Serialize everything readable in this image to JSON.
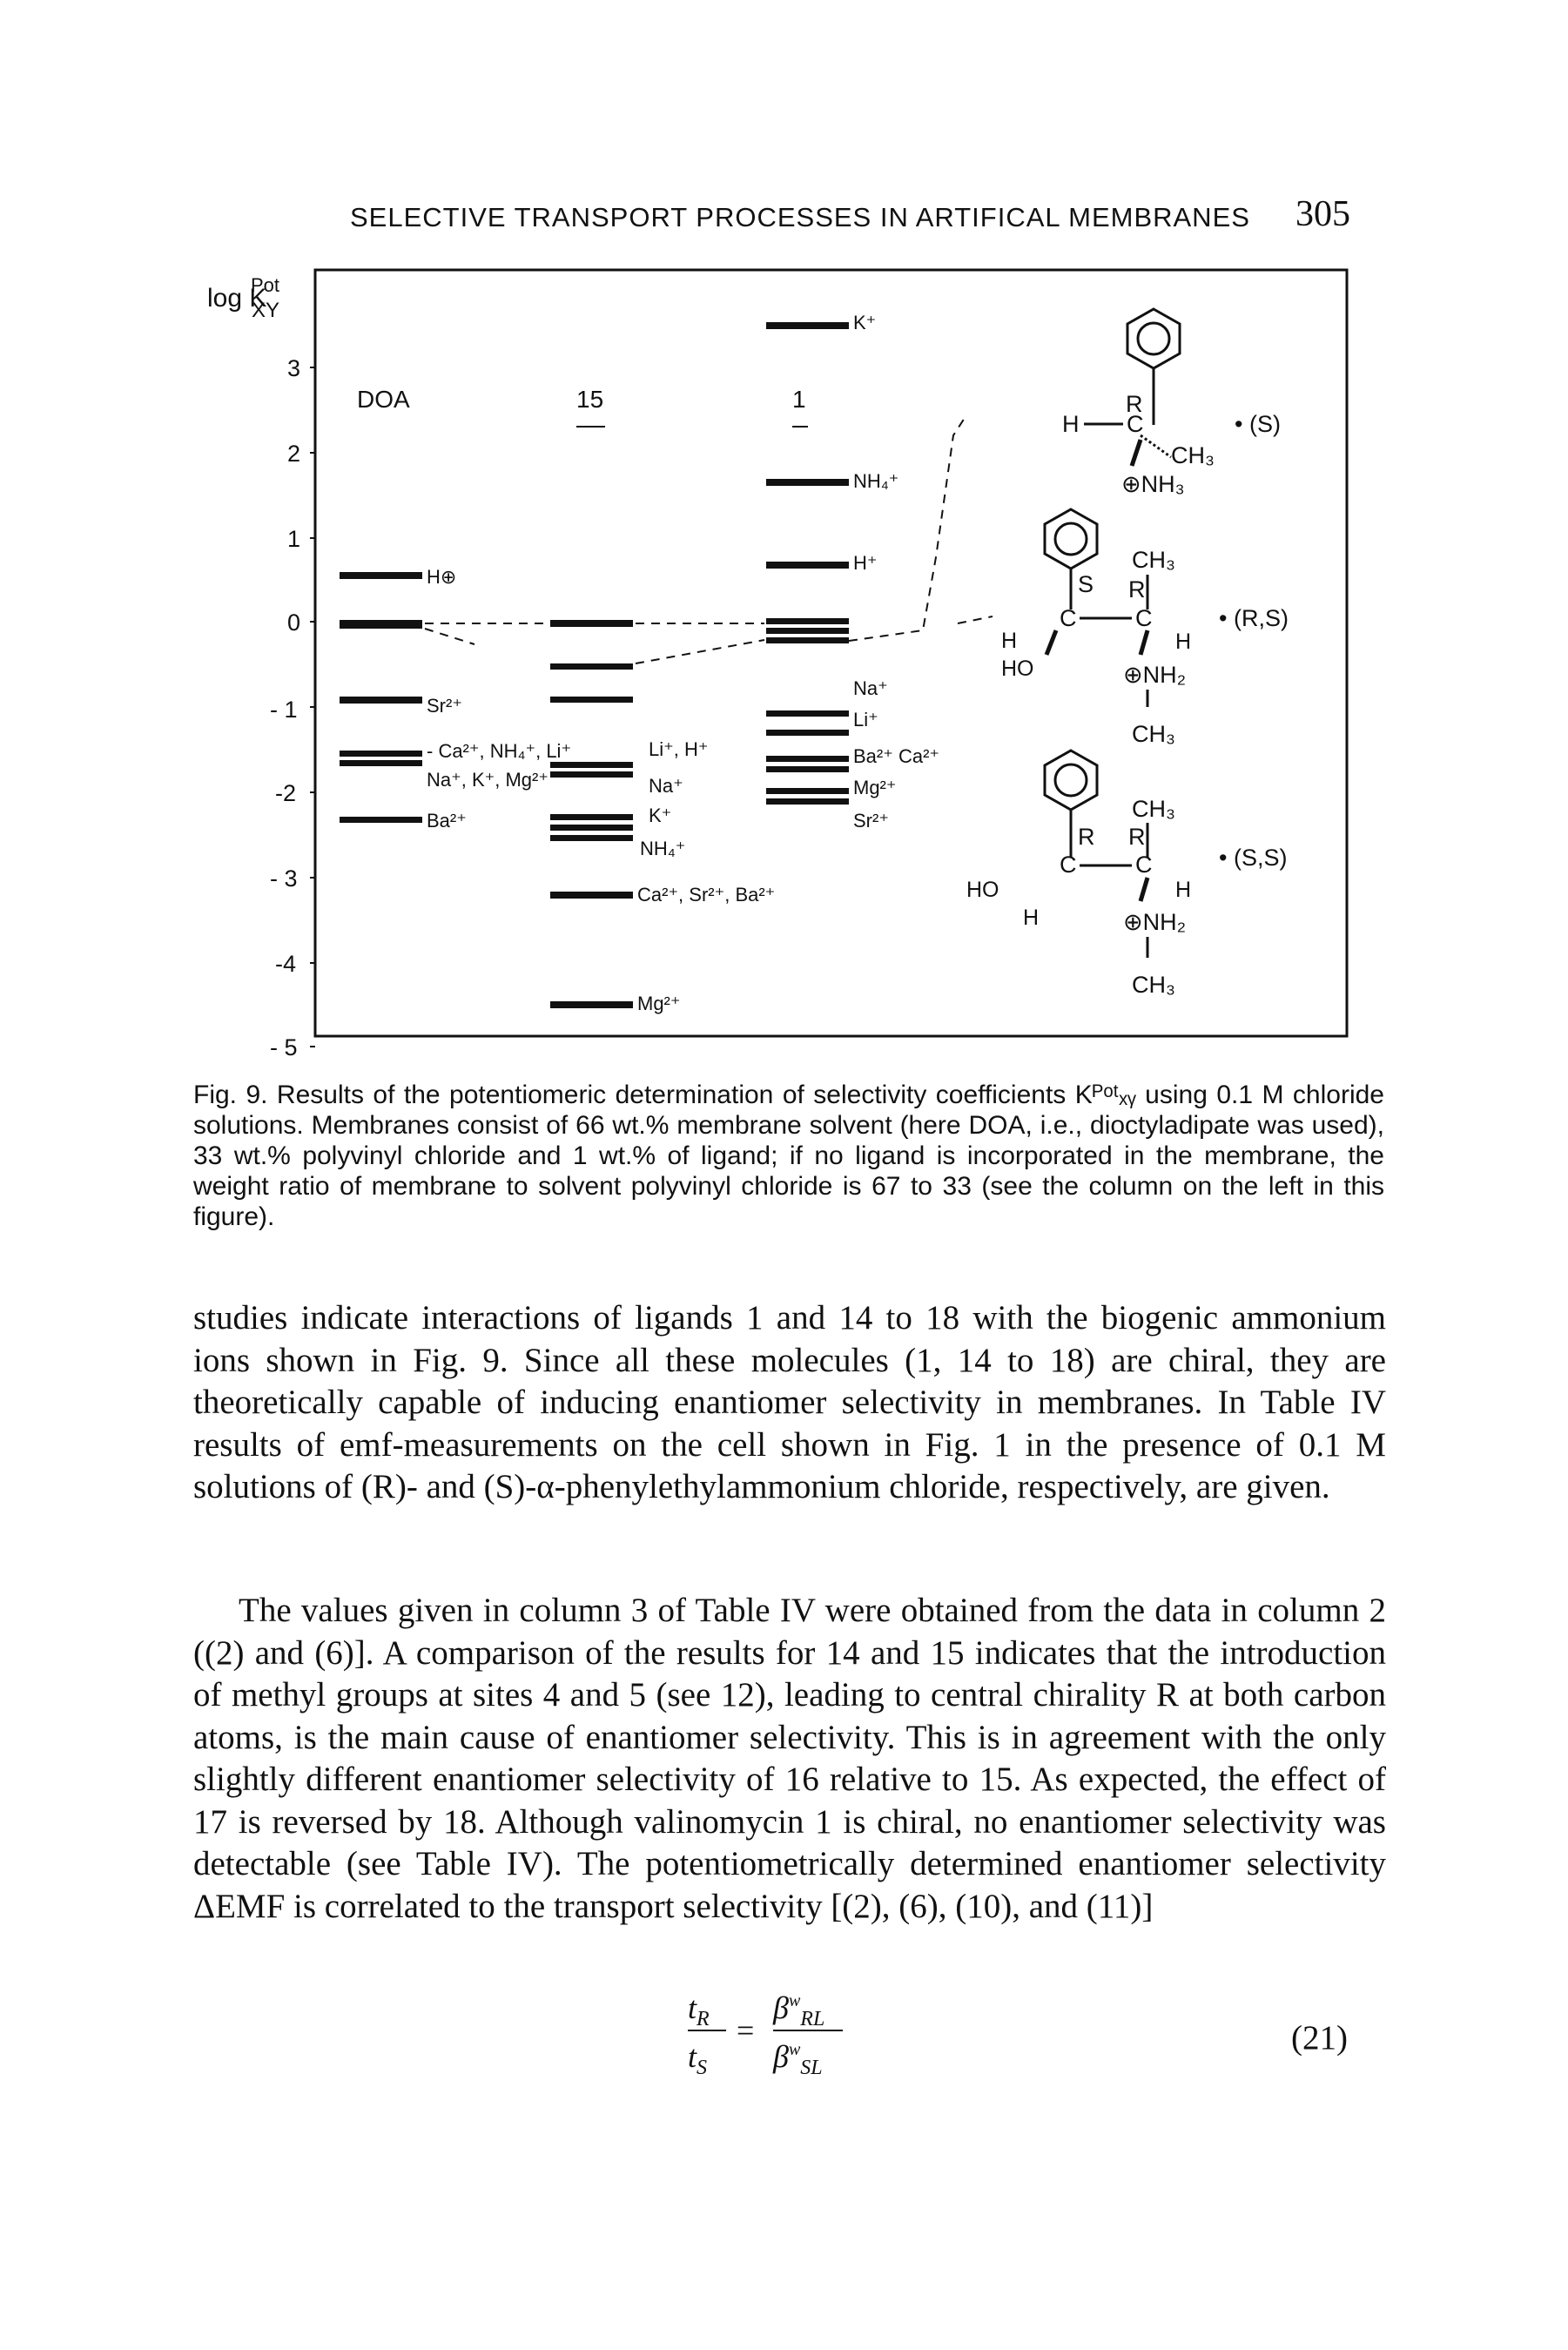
{
  "header": {
    "running_title": "SELECTIVE TRANSPORT PROCESSES IN ARTIFICAL MEMBRANES",
    "page_number": "305"
  },
  "figure": {
    "y_axis_label": "log K",
    "y_axis_sup": "Pot",
    "y_axis_sub": "XY",
    "y_ticks": [
      "3",
      "2",
      "1",
      "0",
      "- 1",
      "-2",
      "- 3",
      "-4",
      "- 5"
    ],
    "columns": {
      "doa": {
        "heading": "DOA",
        "labels": [
          "H⊕",
          "Sr²⁺",
          "- Ca²⁺, NH₄⁺, Li⁺",
          "Na⁺, K⁺, Mg²⁺",
          "Ba²⁺"
        ]
      },
      "ligand15": {
        "heading": "15",
        "labels": [
          "Li⁺, H⁺",
          "Na⁺",
          "K⁺",
          "NH₄⁺",
          "Ca²⁺, Sr²⁺, Ba²⁺",
          "Mg²⁺"
        ]
      },
      "ligand1": {
        "heading": "1",
        "labels": [
          "K⁺",
          "NH₄⁺",
          "H⁺",
          "Na⁺",
          "Li⁺",
          "Ba²⁺ Ca²⁺",
          "Mg²⁺",
          "Sr²⁺"
        ]
      }
    },
    "structures": [
      {
        "config": "• (S)",
        "groups": [
          "R",
          "H",
          "C",
          "CH₃",
          "⊕NH₃"
        ]
      },
      {
        "config": "• (R,S)",
        "groups": [
          "CH₃",
          "S",
          "R",
          "C",
          "C",
          "H",
          "HO",
          "H",
          "⊕NH₂",
          "CH₃"
        ]
      },
      {
        "config": "• (S,S)",
        "groups": [
          "CH₃",
          "R",
          "R",
          "C",
          "C",
          "HO",
          "H",
          "H",
          "⊕NH₂",
          "CH₃"
        ]
      }
    ],
    "colors": {
      "ink": "#111111",
      "paper": "#ffffff"
    }
  },
  "caption": "Fig. 9. Results of the potentiomeric determination of selectivity coefficients Kᴾᵒᵗₓᵧ using 0.1 M chloride solutions. Membranes consist of 66 wt.% membrane solvent (here DOA, i.e., dioctyladipate was used), 33 wt.% polyvinyl chloride and 1 wt.% of ligand; if no ligand is incorporated in the membrane, the weight ratio of membrane to solvent polyvinyl chloride is 67 to 33 (see the column on the left in this figure).",
  "body": {
    "para1": "studies indicate interactions of ligands 1 and 14 to 18 with the biogenic ammonium ions shown in Fig. 9. Since all these molecules (1, 14 to 18) are chiral, they are theoretically capable of inducing enantiomer selectivity in membranes. In Table IV results of emf-measurements on the cell shown in Fig. 1 in the presence of 0.1 M solutions of (R)- and (S)-α-phenylethylammonium chloride, respectively, are given.",
    "para2": "The values given in column 3 of Table IV were obtained from the data in column 2 ((2) and (6)]. A comparison of the results for 14 and 15 indicates that the introduction of methyl groups at sites 4 and 5 (see 12), leading to central chirality R at both carbon atoms, is the main cause of enantiomer selectivity. This is in agreement with the only slightly different enantiomer selectivity of 16 relative to 15. As expected, the effect of 17 is reversed by 18. Although valinomycin 1 is chiral, no enantiomer selectivity was detectable (see Table IV). The potentiometrically determined enantiomer selectivity ΔEMF is correlated to the transport selectivity [(2), (6), (10), and (11)]"
  },
  "equation": {
    "lhs_num": "t",
    "lhs_num_sub": "R",
    "lhs_den": "t",
    "lhs_den_sub": "S",
    "equals": "=",
    "rhs_num": "β",
    "rhs_num_sup": "w",
    "rhs_num_sub": "RL",
    "rhs_den": "β",
    "rhs_den_sup": "w",
    "rhs_den_sub": "SL",
    "number": "(21)"
  }
}
